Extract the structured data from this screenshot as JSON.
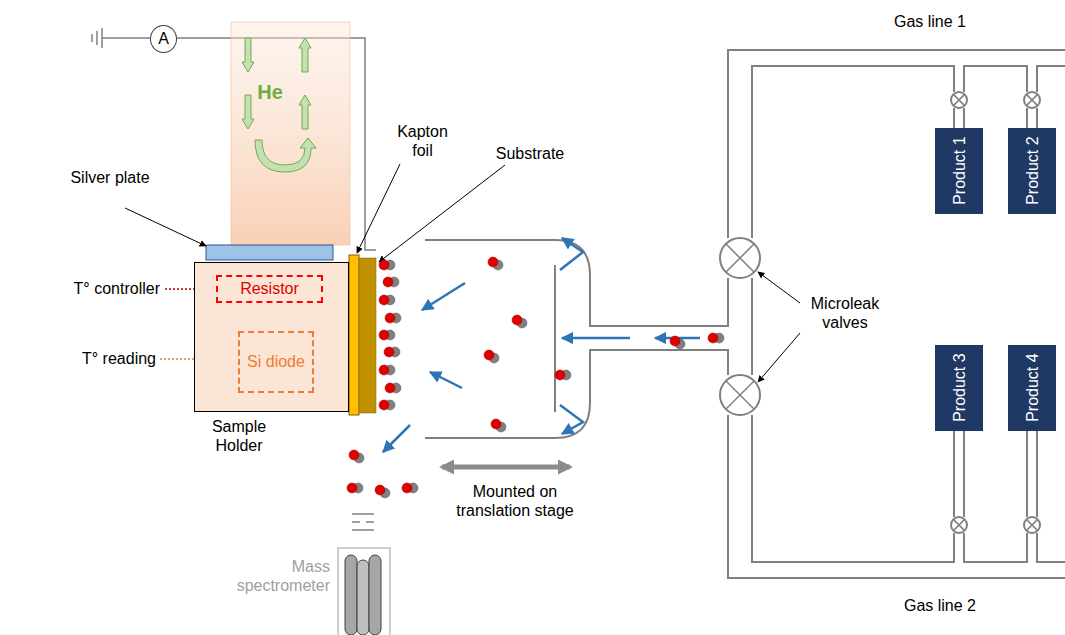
{
  "diagram": {
    "nodes": [
      {
        "text": [
          "A"
        ]
      },
      {
        "text": [
          "He"
        ]
      },
      {
        "text": [
          "Sample Holder"
        ]
      },
      {
        "text": [
          "Resistor"
        ],
        "in": 2
      },
      {
        "text": [
          "Si diode"
        ],
        "in": 2
      },
      {
        "text": [
          "Product 1"
        ]
      },
      {
        "text": [
          "Product 2"
        ]
      },
      {
        "text": [
          "Product 3"
        ]
      },
      {
        "text": [
          "Product 4"
        ]
      }
    ],
    "labels": [
      "Silver plate",
      "Kapton foil",
      "Substrate",
      "T° controller",
      "T° reading",
      "Mounted on translation stage",
      "Microleak valves",
      "Gas line 1",
      "Gas line 2",
      "Mass spectrometer"
    ]
  }
}
